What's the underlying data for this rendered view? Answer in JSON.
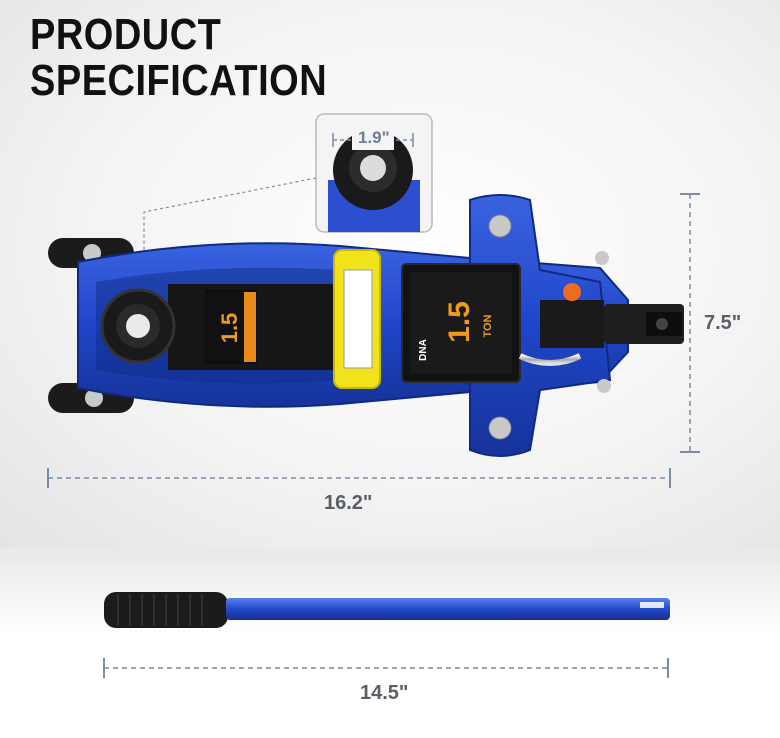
{
  "title": {
    "line1": "PRODUCT",
    "line2": "SPECIFICATION"
  },
  "dimensions": {
    "saddle_diameter": "1.9\"",
    "height": "7.5\"",
    "length": "16.2\"",
    "handle_length": "14.5\""
  },
  "jack_labels": {
    "brand": "DNA",
    "capacity": "1.5",
    "unit": "TON"
  },
  "colors": {
    "jack_blue": "#1f46c8",
    "dimension_line": "#7a8ca6",
    "label_yellow": "#f2e21a",
    "valve_orange": "#ef6a22"
  }
}
